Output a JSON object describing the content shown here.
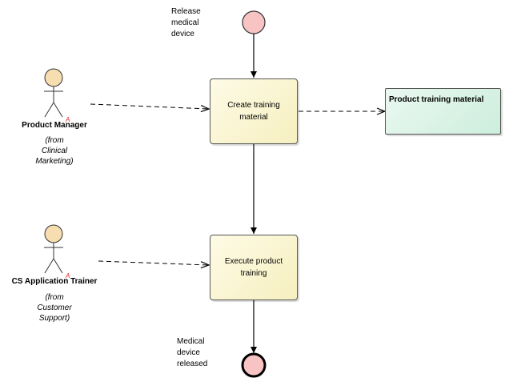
{
  "start_event": {
    "label_lines": [
      "Release",
      "medical",
      "device"
    ]
  },
  "end_event": {
    "label_lines": [
      "Medical",
      "device",
      "released"
    ]
  },
  "activities": [
    {
      "label_lines": [
        "Create training",
        "material"
      ]
    },
    {
      "label_lines": [
        "Execute product",
        "training"
      ]
    }
  ],
  "artifact": {
    "label": "Product training material",
    "icon": "document-icon"
  },
  "actors": [
    {
      "name": "Product Manager",
      "from_lines": [
        "(from",
        "Clinical",
        "Marketing)"
      ]
    },
    {
      "name": "CS Application Trainer",
      "from_lines": [
        "(from",
        "Customer",
        "Support)"
      ]
    }
  ],
  "colors": {
    "event_fill": "#f7c3c3",
    "actor_fill": "#f6deb0",
    "activity_fill": "#f6efbf",
    "artifact_fill": "#d3f0e2",
    "stroke": "#000000",
    "actor_marker": "#e02020"
  }
}
